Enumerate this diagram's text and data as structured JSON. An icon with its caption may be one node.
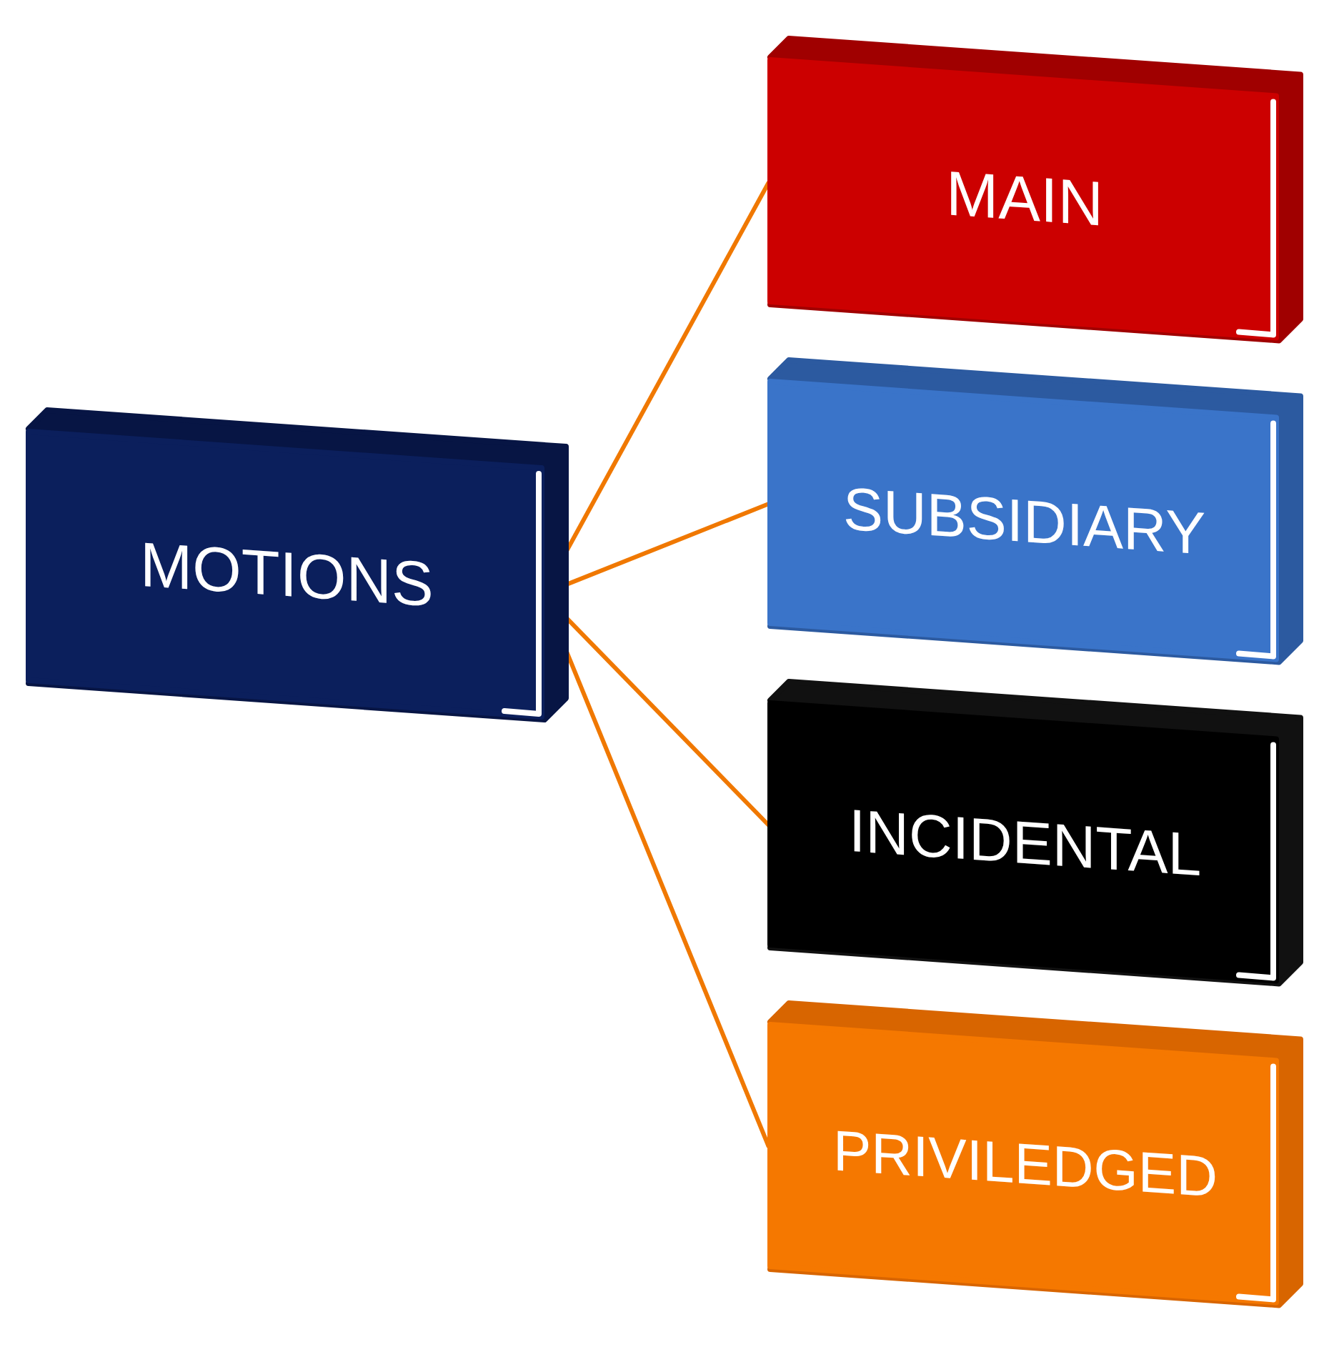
{
  "diagram": {
    "nodes": [
      {
        "text": [
          "MOTIONS"
        ]
      },
      {
        "text": [
          "MAIN"
        ]
      },
      {
        "text": [
          "SUBSIDIARY"
        ]
      },
      {
        "text": [
          "INCIDENTAL"
        ]
      },
      {
        "text": [
          "PRIVILEDGED"
        ]
      }
    ],
    "edges": [
      {
        "from": 0,
        "to": 1,
        "arrow": "none"
      },
      {
        "from": 0,
        "to": 2,
        "arrow": "none"
      },
      {
        "from": 0,
        "to": 3,
        "arrow": "none"
      },
      {
        "from": 0,
        "to": 4,
        "arrow": "none"
      }
    ]
  }
}
